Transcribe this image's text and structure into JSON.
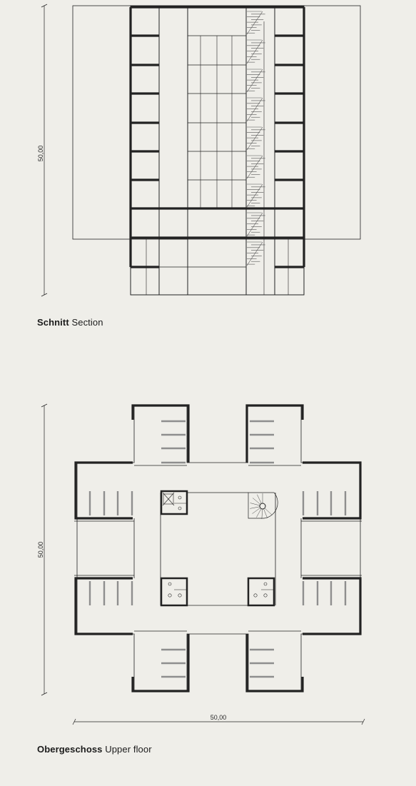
{
  "section": {
    "caption_de": "Schnitt",
    "caption_en": "Section",
    "dimension_height": "50,00"
  },
  "floor_plan": {
    "caption_de": "Obergeschoss",
    "caption_en": "Upper floor",
    "dimension_height": "50,00",
    "dimension_width": "50,00"
  }
}
